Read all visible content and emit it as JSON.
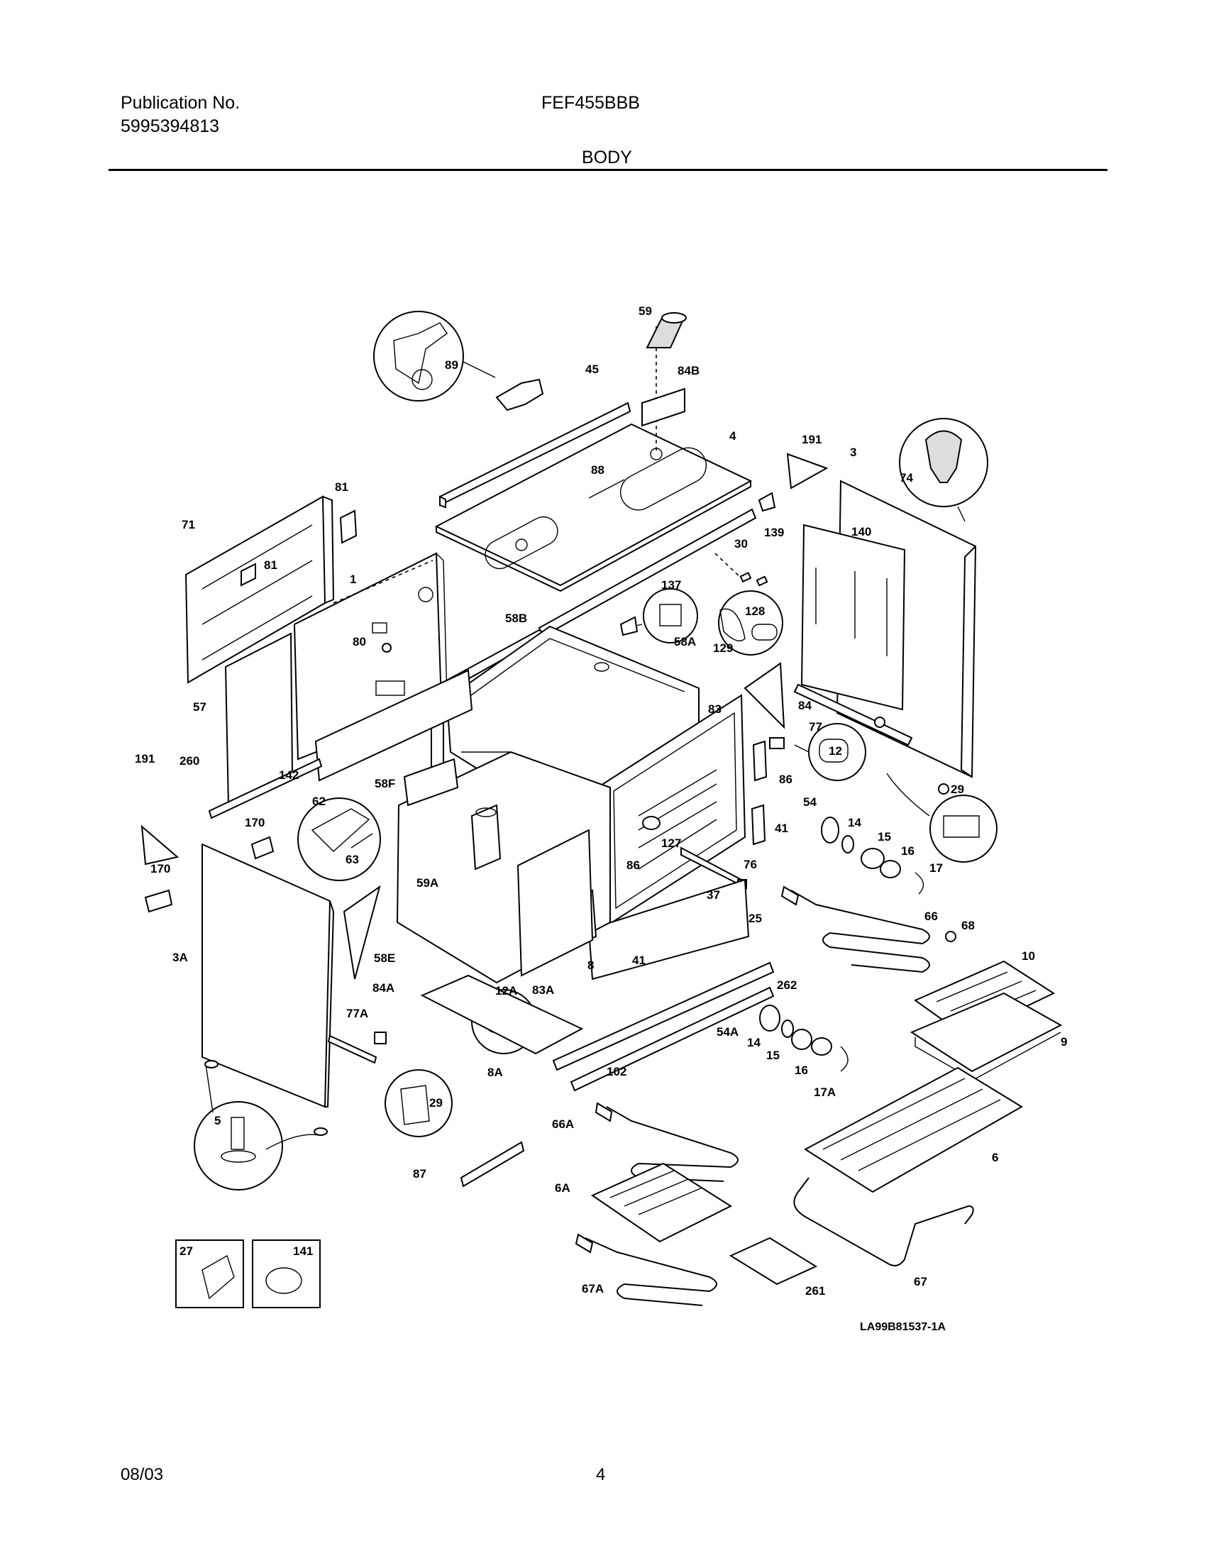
{
  "header": {
    "publication_label": "Publication No.",
    "publication_number": "5995394813",
    "model": "FEF455BBB",
    "section_title": "BODY"
  },
  "diagram": {
    "drawing_id": "LA99B81537-1A",
    "callouts": {
      "c59": "59",
      "c45": "45",
      "c84B": "84B",
      "c89": "89",
      "c4": "4",
      "c88": "88",
      "c191a": "191",
      "c3": "3",
      "c74": "74",
      "c81a": "81",
      "c71": "71",
      "c81b": "81",
      "c30": "30",
      "c139": "139",
      "c140": "140",
      "c1": "1",
      "c137": "137",
      "c128": "128",
      "c129": "129",
      "c80": "80",
      "c58B": "58B",
      "c58A": "58A",
      "c57": "57",
      "c84": "84",
      "c77": "77",
      "c83": "83",
      "c12": "12",
      "c191b": "191",
      "c260": "260",
      "c142": "142",
      "c58F": "58F",
      "c86a": "86",
      "c29a": "29",
      "c62": "62",
      "c170a": "170",
      "c54": "54",
      "c14a": "14",
      "c41a": "41",
      "c15a": "15",
      "c63": "63",
      "c127": "127",
      "c16a": "16",
      "c17": "17",
      "c170b": "170",
      "c59A": "59A",
      "c86b": "86",
      "c76": "76",
      "c37": "37",
      "c25": "25",
      "c66": "66",
      "c68": "68",
      "c3A": "3A",
      "c58E": "58E",
      "c8": "8",
      "c41b": "41",
      "c10": "10",
      "c84A": "84A",
      "c12A": "12A",
      "c83A": "83A",
      "c262": "262",
      "c9": "9",
      "c77A": "77A",
      "c54A": "54A",
      "c14b": "14",
      "c15b": "15",
      "c8A": "8A",
      "c102": "102",
      "c16b": "16",
      "c17A": "17A",
      "c29b": "29",
      "c5": "5",
      "c66A": "66A",
      "c6": "6",
      "c87": "87",
      "c6A": "6A",
      "c27": "27",
      "c141": "141",
      "c67A": "67A",
      "c261": "261",
      "c67": "67"
    }
  },
  "footer": {
    "date": "08/03",
    "page_number": "4"
  }
}
